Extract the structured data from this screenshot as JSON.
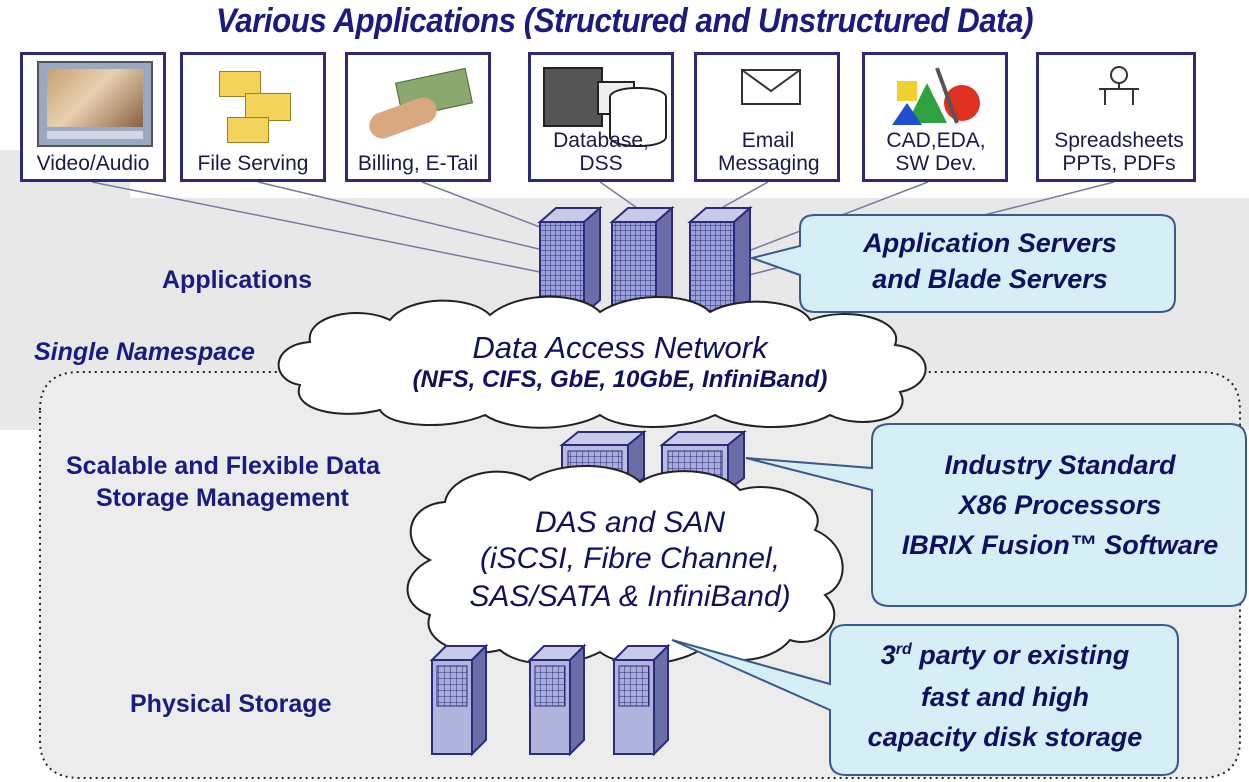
{
  "title": "Various Applications (Structured and Unstructured Data)",
  "apps": [
    {
      "label": "Video/Audio",
      "icon": "video-player-icon"
    },
    {
      "label": "File Serving",
      "icon": "folders-icon"
    },
    {
      "label": "Billing, E-Tail",
      "icon": "money-hand-icon"
    },
    {
      "label": "Database, DSS",
      "icon": "database-icon"
    },
    {
      "label": "Email Messaging",
      "icon": "envelope-icon"
    },
    {
      "label": "CAD,EDA, SW Dev.",
      "icon": "cad-shapes-icon"
    },
    {
      "label": "Spreadsheets PPTs, PDFs",
      "icon": "documents-icon"
    }
  ],
  "labels": {
    "applications": "Applications",
    "single_namespace": "Single Namespace",
    "storage_mgmt_line1": "Scalable and Flexible Data",
    "storage_mgmt_line2": "Storage Management",
    "physical_storage": "Physical Storage"
  },
  "network_cloud": {
    "line1": "Data Access Network",
    "line2": "(NFS, CIFS, GbE, 10GbE, InfiniBand)"
  },
  "san_cloud": {
    "line1": "DAS and SAN",
    "line2": "(iSCSI, Fibre Channel,",
    "line3": "SAS/SATA & InfiniBand)"
  },
  "callouts": {
    "servers_line1": "Application Servers",
    "servers_line2": "and Blade Servers",
    "processors_line1": "Industry Standard",
    "processors_line2": "X86 Processors",
    "processors_line3": "IBRIX Fusion™ Software",
    "storage_line1_sup": "rd",
    "storage_line1_pre": "3",
    "storage_line1_post": " party or existing",
    "storage_line2": "fast and high",
    "storage_line3": "capacity disk storage"
  },
  "colors": {
    "title": "#1a1a80",
    "callout_fill": "#d6eef5",
    "callout_stroke": "#3a5a8a",
    "gray_fill": "#e6e6e6",
    "server_fill": "#8c90c8"
  }
}
